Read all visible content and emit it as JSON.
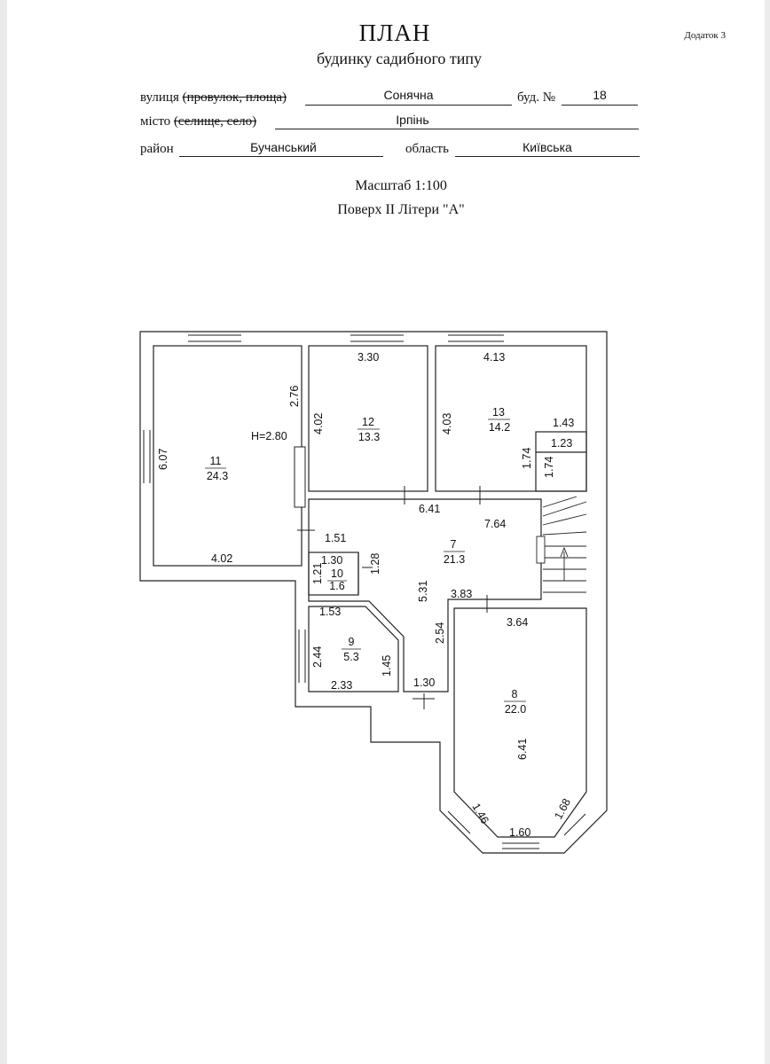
{
  "header": {
    "title": "ПЛАН",
    "subtitle": "будинку садибного типу",
    "annex": "Додаток 3"
  },
  "address": {
    "street_label_a": "вулиця",
    "street_label_b": "(провулок, площа)",
    "street_value": "Сонячна",
    "building_label": "буд. №",
    "building_value": "18",
    "city_label_a": "місто",
    "city_label_b": "(селище, село)",
    "city_value": "Ірпінь",
    "district_label": "район",
    "district_value": "Бучанський",
    "region_label": "область",
    "region_value": "Київська"
  },
  "scale": "Масштаб 1:100",
  "floor": "Поверх II  Літери \"А\"",
  "plan": {
    "ceiling": "Н=2.80",
    "rooms": [
      {
        "no": "11",
        "area": "24.3"
      },
      {
        "no": "12",
        "area": "13.3"
      },
      {
        "no": "13",
        "area": "14.2"
      },
      {
        "no": "7",
        "area": "21.3"
      },
      {
        "no": "10",
        "area": "1.6"
      },
      {
        "no": "9",
        "area": "5.3"
      },
      {
        "no": "8",
        "area": "22.0"
      }
    ],
    "dims": {
      "d_607": "6.07",
      "d_402a": "4.02",
      "d_276": "2.76",
      "d_330": "3.30",
      "d_402b": "4.02",
      "d_413": "4.13",
      "d_403": "4.03",
      "d_143": "1.43",
      "d_123": "1.23",
      "d_174a": "1.74",
      "d_174b": "1.74",
      "d_641a": "6.41",
      "d_764": "7.64",
      "d_151": "1.51",
      "d_130a": "1.30",
      "d_128": "1.28",
      "d_121": "1.21",
      "d_531": "5.31",
      "d_383": "3.83",
      "d_153": "1.53",
      "d_254": "2.54",
      "d_364": "3.64",
      "d_244": "2.44",
      "d_145": "1.45",
      "d_233": "2.33",
      "d_130b": "1.30",
      "d_641b": "6.41",
      "d_146": "1.46",
      "d_160": "1.60",
      "d_168": "1.68"
    }
  }
}
